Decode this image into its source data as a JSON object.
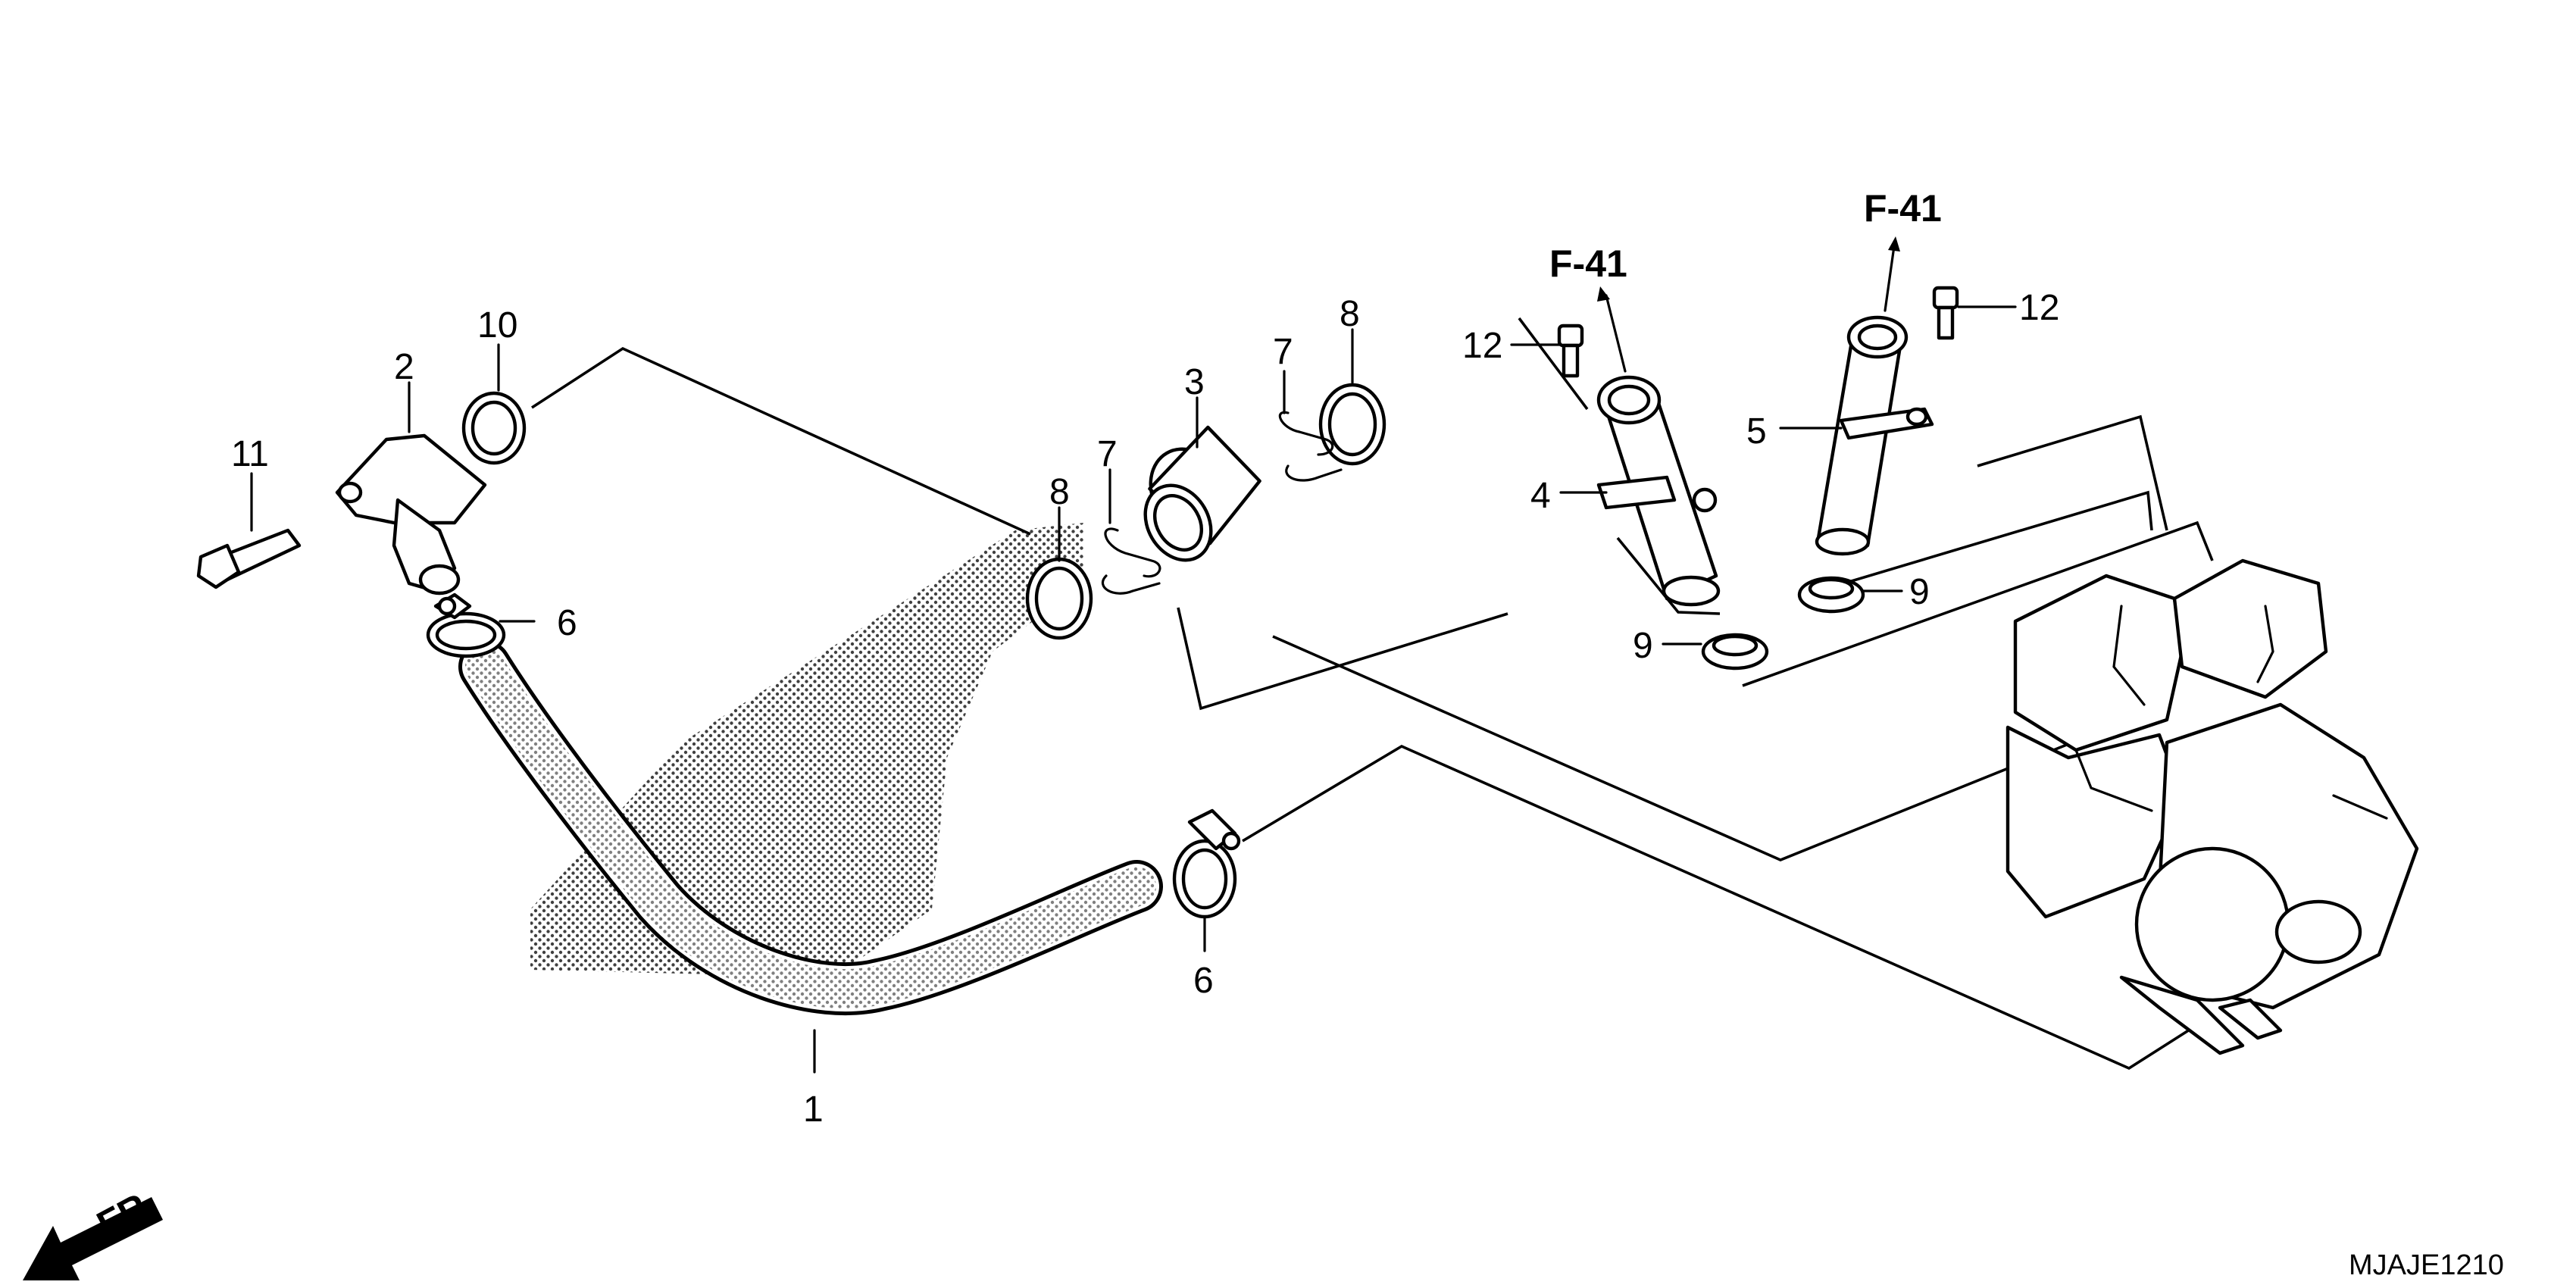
{
  "callouts": {
    "p1": "1",
    "p2": "2",
    "p3": "3",
    "p4": "4",
    "p5": "5",
    "p6a": "6",
    "p6b": "6",
    "p7a": "7",
    "p7b": "7",
    "p8a": "8",
    "p8b": "8",
    "p9a": "9",
    "p9b": "9",
    "p10": "10",
    "p11": "11",
    "p12a": "12",
    "p12b": "12"
  },
  "references": {
    "left": "F-41",
    "right": "F-41"
  },
  "front_indicator": "FR.",
  "diagram_code": "MJAJE1210"
}
